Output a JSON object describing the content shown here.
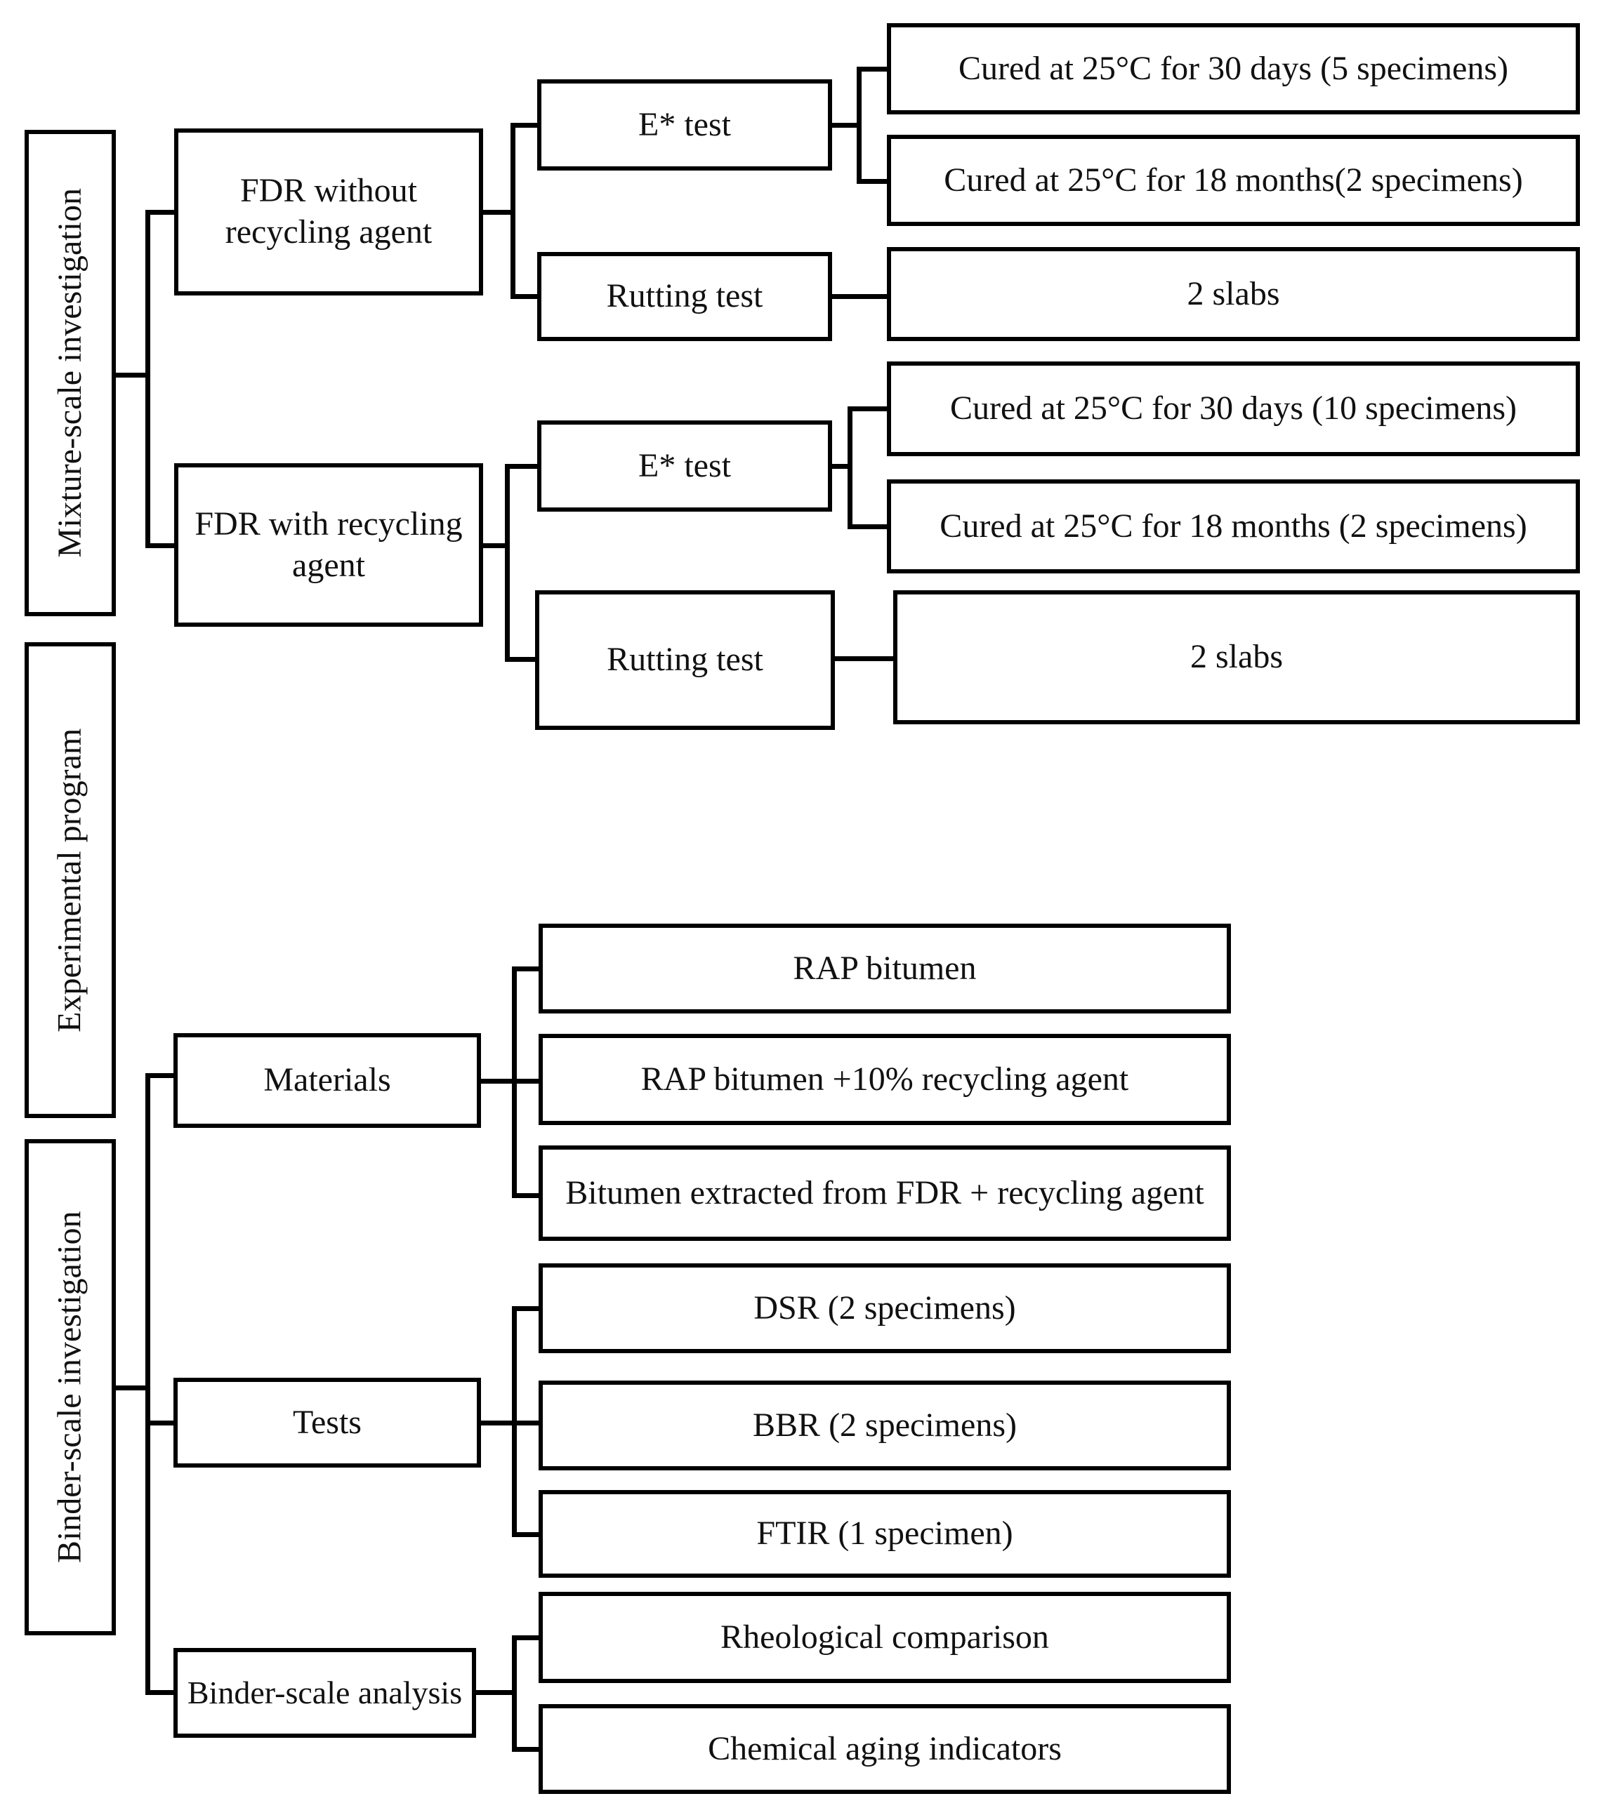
{
  "diagram_type": "flowchart",
  "colors": {
    "line": "#000000",
    "background": "#ffffff",
    "text": "#111111"
  },
  "nodes": {
    "mixture": {
      "label": "Mixture-scale investigation"
    },
    "experimental": {
      "label": "Experimental program"
    },
    "binder": {
      "label": "Binder-scale investigation"
    },
    "fdr_without": {
      "label": "FDR without recycling agent"
    },
    "fdr_with": {
      "label": "FDR with recycling agent"
    },
    "e_test_1": {
      "label": "E* test"
    },
    "rutting_1": {
      "label": "Rutting test"
    },
    "e_test_2": {
      "label": "E* test"
    },
    "rutting_2": {
      "label": "Rutting test"
    },
    "cured_30d_5": {
      "label": "Cured at 25°C for 30 days (5 specimens)"
    },
    "cured_18m_2a": {
      "label": "Cured at 25°C for 18 months(2 specimens)"
    },
    "slabs_1": {
      "label": "2 slabs"
    },
    "cured_30d_10": {
      "label": "Cured at 25°C for 30 days (10 specimens)"
    },
    "cured_18m_2b": {
      "label": "Cured at 25°C for 18 months (2 specimens)"
    },
    "slabs_2": {
      "label": "2 slabs"
    },
    "materials": {
      "label": "Materials"
    },
    "rap_bitumen": {
      "label": "RAP bitumen"
    },
    "rap_bitumen_10": {
      "label": "RAP bitumen +10% recycling agent"
    },
    "bitumen_extracted": {
      "label": "Bitumen extracted from FDR + recycling agent"
    },
    "tests": {
      "label": "Tests"
    },
    "dsr": {
      "label": "DSR (2 specimens)"
    },
    "bbr": {
      "label": "BBR (2 specimens)"
    },
    "ftir": {
      "label": "FTIR (1 specimen)"
    },
    "binder_analysis": {
      "label": "Binder-scale analysis"
    },
    "rheological": {
      "label": "Rheological comparison"
    },
    "chemical": {
      "label": "Chemical aging indicators"
    }
  }
}
